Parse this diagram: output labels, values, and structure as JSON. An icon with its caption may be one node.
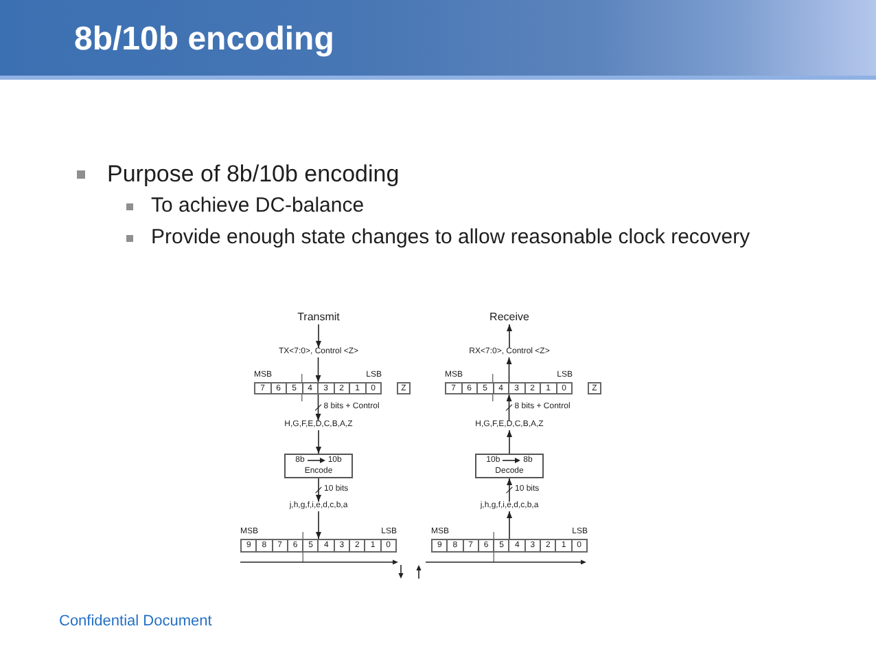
{
  "diagram": {
    "title": "8b/10b encoding",
    "nodes": [
      {
        "text": [
          "Transmit"
        ]
      },
      {
        "text": [
          "TX<7:0>, Control <Z>"
        ]
      },
      {
        "text": [
          "7",
          "6",
          "5",
          "4",
          "3",
          "2",
          "1",
          "0"
        ],
        "beside": [
          "MSB",
          "LSB"
        ]
      },
      {
        "text": [
          "Z"
        ]
      },
      {
        "text": [
          "H,G,F,E,D,C,B,A,Z"
        ]
      },
      {
        "text": [
          "8b",
          "10b",
          "Encode"
        ]
      },
      {
        "text": [
          "j,h,g,f,i,e,d,c,b,a"
        ]
      },
      {
        "text": [
          "9",
          "8",
          "7",
          "6",
          "5",
          "4",
          "3",
          "2",
          "1",
          "0"
        ],
        "beside": [
          "MSB",
          "LSB"
        ]
      },
      {
        "text": [
          "Receive"
        ]
      },
      {
        "text": [
          "RX<7:0>, Control <Z>"
        ]
      },
      {
        "text": [
          "7",
          "6",
          "5",
          "4",
          "3",
          "2",
          "1",
          "0"
        ],
        "beside": [
          "MSB",
          "LSB"
        ]
      },
      {
        "text": [
          "Z"
        ]
      },
      {
        "text": [
          "H,G,F,E,D,C,B,A,Z"
        ]
      },
      {
        "text": [
          "10b",
          "8b",
          "Decode"
        ]
      },
      {
        "text": [
          "j,h,g,f,i,e,d,c,b,a"
        ]
      },
      {
        "text": [
          "9",
          "8",
          "7",
          "6",
          "5",
          "4",
          "3",
          "2",
          "1",
          "0"
        ],
        "beside": [
          "MSB",
          "LSB"
        ]
      }
    ],
    "edges": [
      {
        "from": 0,
        "to": 1,
        "arrow": "to"
      },
      {
        "from": 1,
        "to": 2,
        "arrow": "to"
      },
      {
        "from": 2,
        "to": 4,
        "arrow": "to",
        "label": "8 bits + Control"
      },
      {
        "from": 4,
        "to": 5,
        "arrow": "to"
      },
      {
        "from": 5,
        "to": 6,
        "arrow": "to",
        "label": "10 bits"
      },
      {
        "from": 6,
        "to": 7,
        "arrow": "to"
      },
      {
        "from": 9,
        "to": 8,
        "arrow": "to"
      },
      {
        "from": 10,
        "to": 9,
        "arrow": "to"
      },
      {
        "from": 12,
        "to": 10,
        "arrow": "to",
        "label": "8 bits + Control"
      },
      {
        "from": 13,
        "to": 12,
        "arrow": "to"
      },
      {
        "from": 14,
        "to": 13,
        "arrow": "to",
        "label": "10 bits"
      },
      {
        "from": 15,
        "to": 14,
        "arrow": "to"
      }
    ],
    "labels": [
      "Purpose of 8b/10b encoding",
      "To achieve DC-balance",
      "Provide enough state changes to allow reasonable clock recovery",
      "Confidential Document"
    ]
  }
}
